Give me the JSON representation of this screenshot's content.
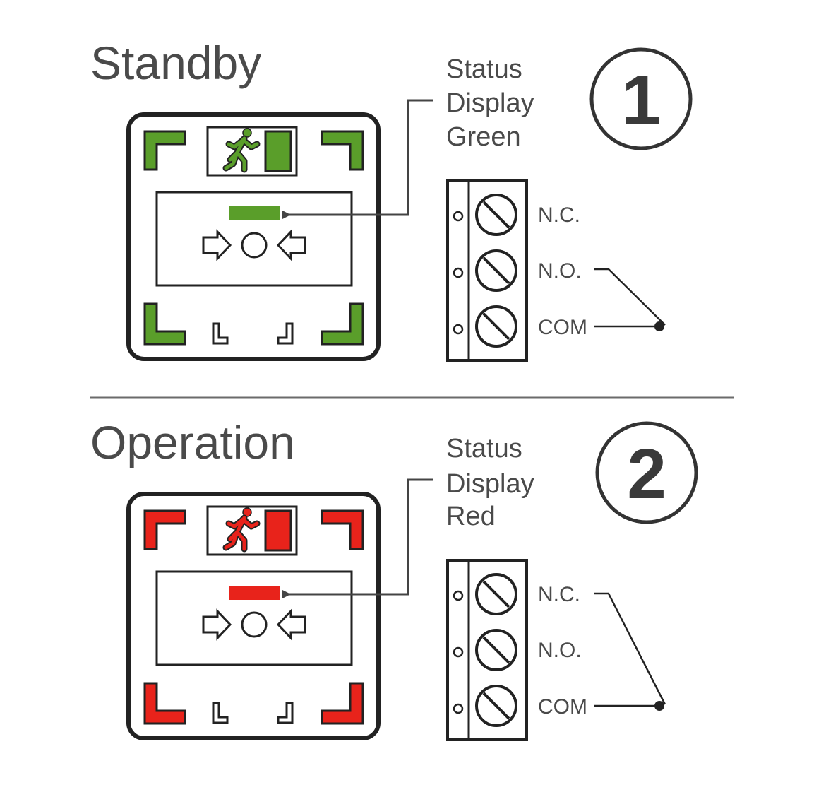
{
  "colors": {
    "standby": "#5a9e2a",
    "operation": "#e8231b",
    "ink": "#222222",
    "text": "#4a4a4a"
  },
  "icons": [
    "running-man-exit-icon",
    "arrow-right-icon",
    "arrow-left-icon",
    "reset-button-icon",
    "screw-terminal-icon"
  ],
  "sections": [
    {
      "title": "Standby",
      "number": "1",
      "status_line1": "Status",
      "status_line2": "Display",
      "status_line3": "Green",
      "state_color": "standby",
      "terminals": [
        "N.C.",
        "N.O.",
        "COM"
      ]
    },
    {
      "title": "Operation",
      "number": "2",
      "status_line1": "Status",
      "status_line2": "Display",
      "status_line3": "Red",
      "state_color": "operation",
      "terminals": [
        "N.C.",
        "N.O.",
        "COM"
      ]
    }
  ]
}
